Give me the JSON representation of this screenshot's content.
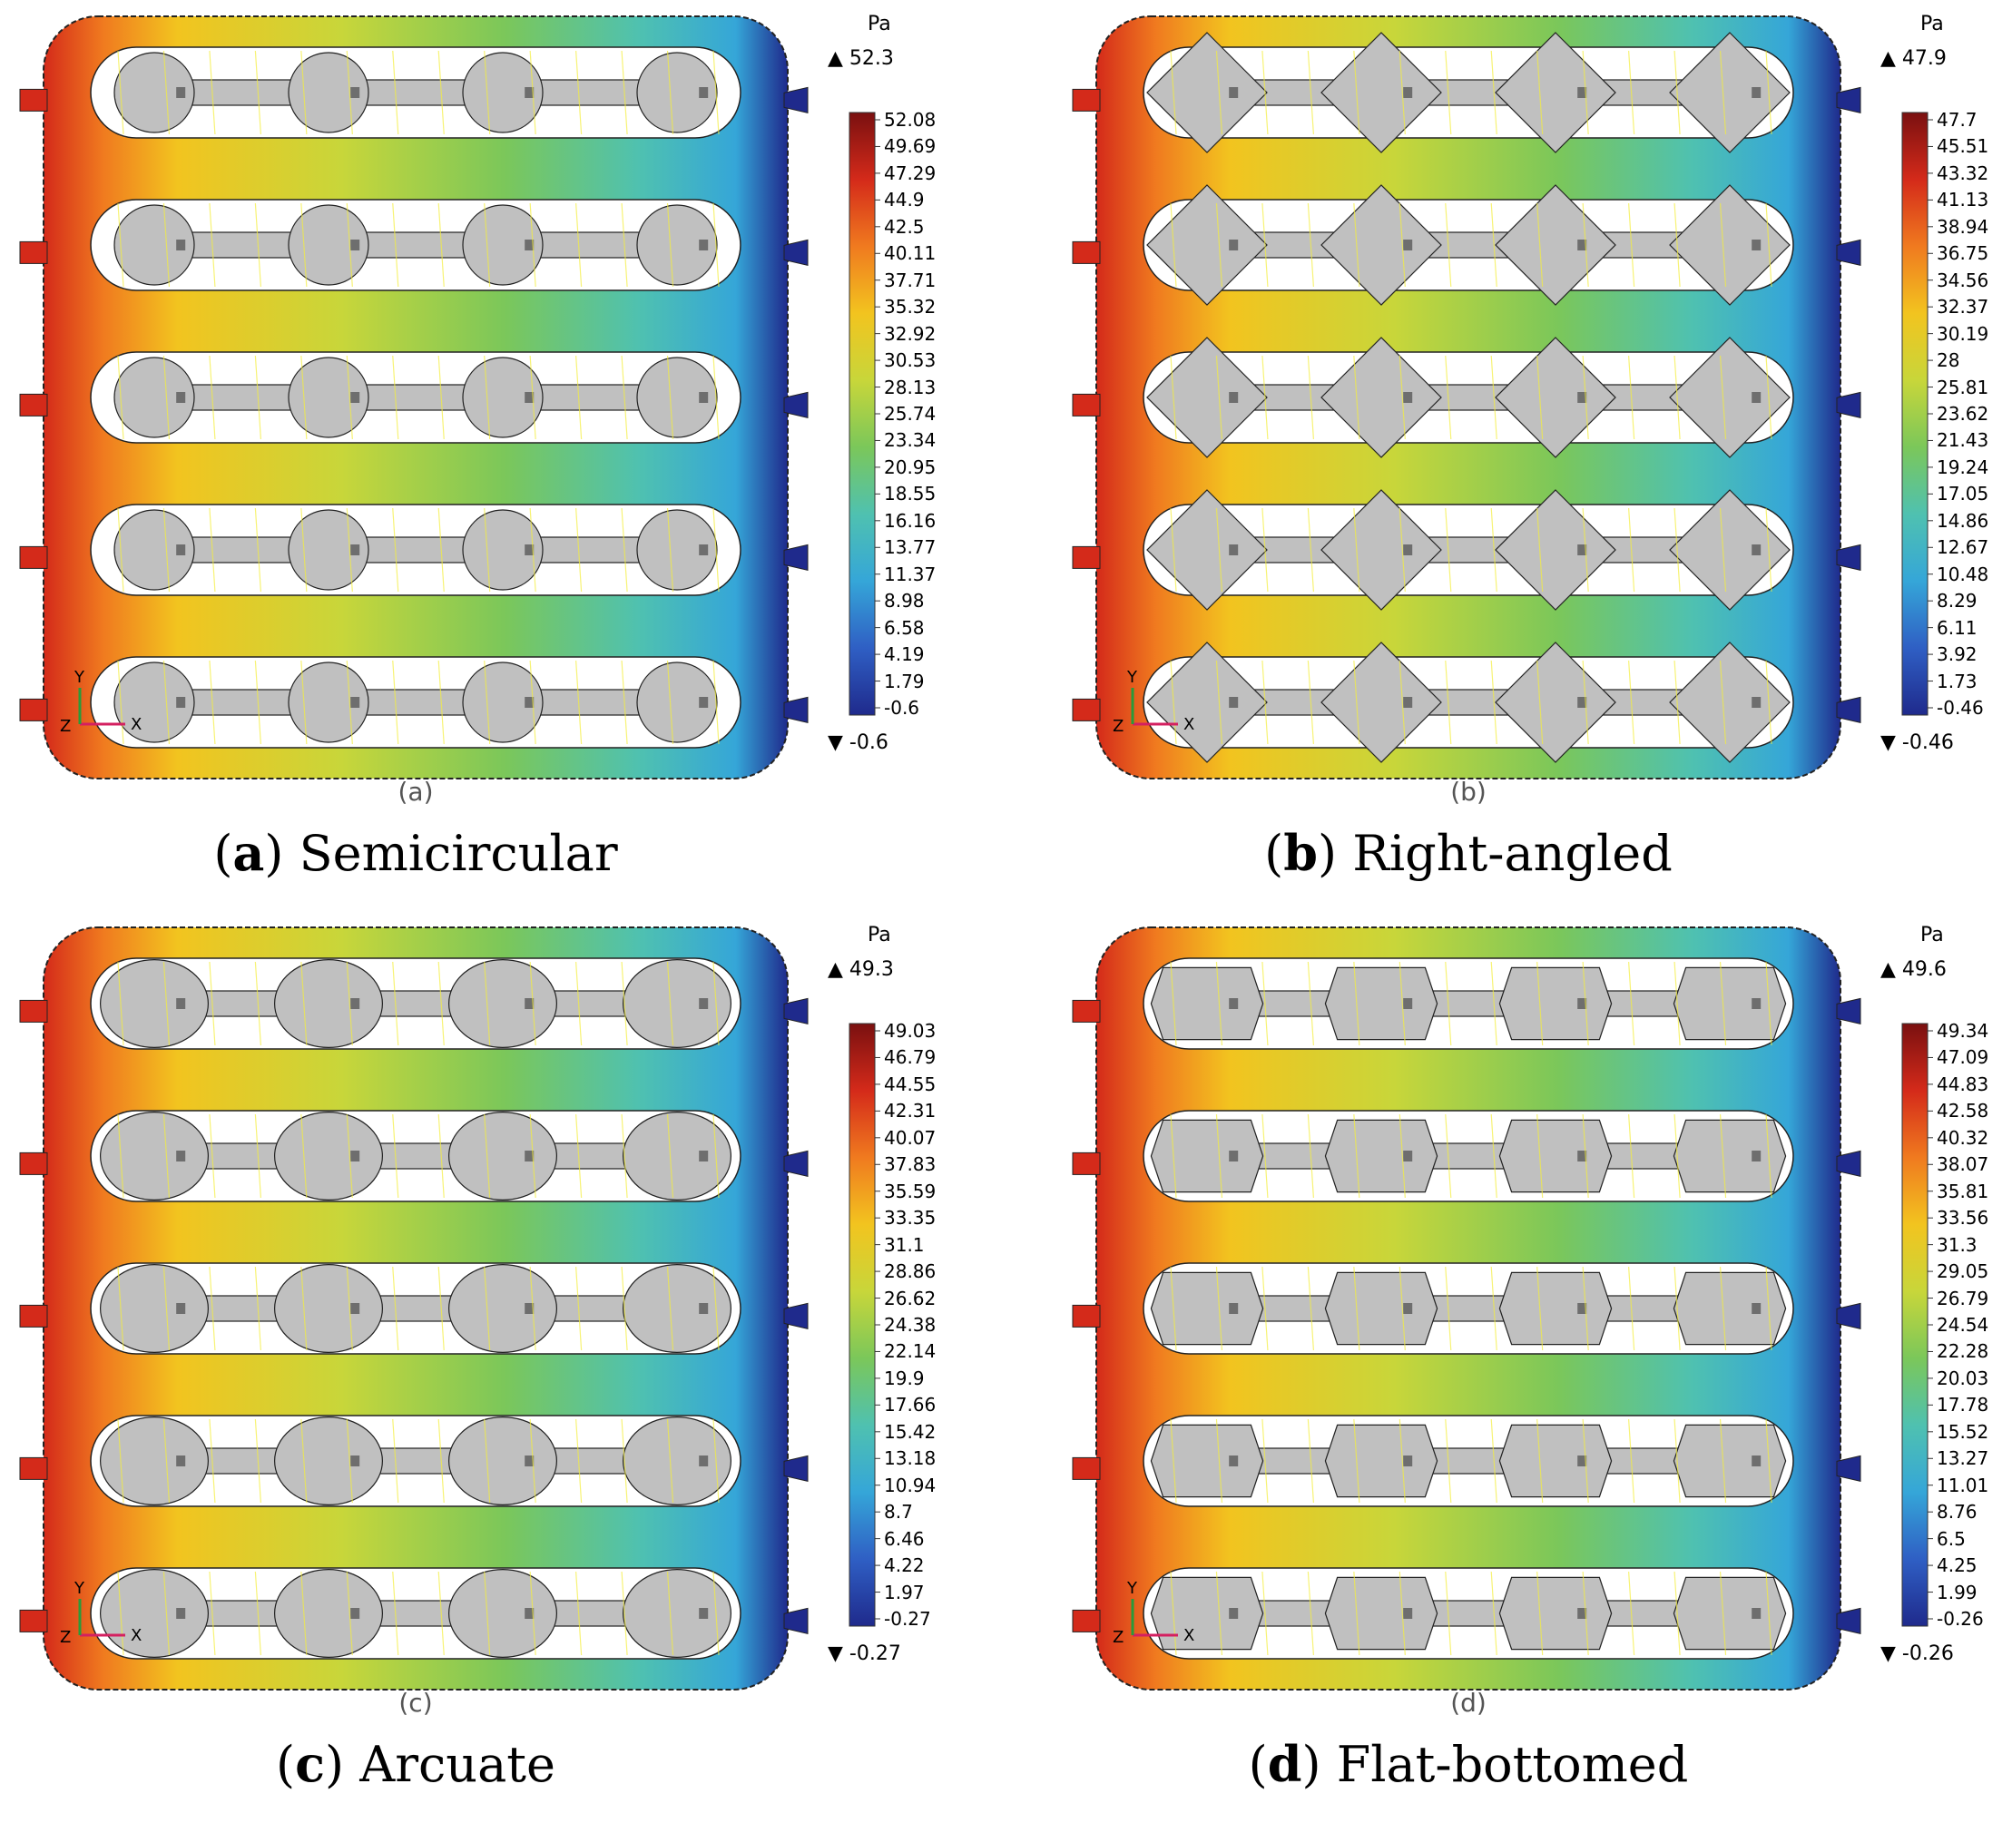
{
  "panels": [
    {
      "id": "a",
      "shape": "semicircular",
      "sub_label": "(a)",
      "caption_letter": "a",
      "caption_text": "Semicircular",
      "unit": "Pa",
      "max_label": "▲ 52.3",
      "min_label": "▼ -0.6",
      "ticks": [
        "52.08",
        "49.69",
        "47.29",
        "44.9",
        "42.5",
        "40.11",
        "37.71",
        "35.32",
        "32.92",
        "30.53",
        "28.13",
        "25.74",
        "23.34",
        "20.95",
        "18.55",
        "16.16",
        "13.77",
        "11.37",
        "8.98",
        "6.58",
        "4.19",
        "1.79",
        "-0.6"
      ]
    },
    {
      "id": "b",
      "shape": "right-angled",
      "sub_label": "(b)",
      "caption_letter": "b",
      "caption_text": "Right-angled",
      "unit": "Pa",
      "max_label": "▲ 47.9",
      "min_label": "▼ -0.46",
      "ticks": [
        "47.7",
        "45.51",
        "43.32",
        "41.13",
        "38.94",
        "36.75",
        "34.56",
        "32.37",
        "30.19",
        "28",
        "25.81",
        "23.62",
        "21.43",
        "19.24",
        "17.05",
        "14.86",
        "12.67",
        "10.48",
        "8.29",
        "6.11",
        "3.92",
        "1.73",
        "-0.46"
      ]
    },
    {
      "id": "c",
      "shape": "arcuate",
      "sub_label": "(c)",
      "caption_letter": "c",
      "caption_text": "Arcuate",
      "unit": "Pa",
      "max_label": "▲ 49.3",
      "min_label": "▼ -0.27",
      "ticks": [
        "49.03",
        "46.79",
        "44.55",
        "42.31",
        "40.07",
        "37.83",
        "35.59",
        "33.35",
        "31.1",
        "28.86",
        "26.62",
        "24.38",
        "22.14",
        "19.9",
        "17.66",
        "15.42",
        "13.18",
        "10.94",
        "8.7",
        "6.46",
        "4.22",
        "1.97",
        "-0.27"
      ]
    },
    {
      "id": "d",
      "shape": "flat-bottomed",
      "sub_label": "(d)",
      "caption_letter": "d",
      "caption_text": "Flat-bottomed",
      "unit": "Pa",
      "max_label": "▲ 49.6",
      "min_label": "▼ -0.26",
      "ticks": [
        "49.34",
        "47.09",
        "44.83",
        "42.58",
        "40.32",
        "38.07",
        "35.81",
        "33.56",
        "31.3",
        "29.05",
        "26.79",
        "24.54",
        "22.28",
        "20.03",
        "17.78",
        "15.52",
        "13.27",
        "11.01",
        "8.76",
        "6.5",
        "4.25",
        "1.99",
        "-0.26"
      ]
    }
  ],
  "colors": {
    "colormap": [
      "#1f2a8c",
      "#2f5fc4",
      "#35a6d8",
      "#4fc1b0",
      "#7bc75a",
      "#c8d63a",
      "#f2c41f",
      "#f07a1f",
      "#d42a1a",
      "#7a1010"
    ],
    "plate": "#c0c0c0",
    "shadow": "#6e6e6e",
    "contour": "#f4ee3c"
  },
  "axes_triad": {
    "x": "X",
    "y": "Y",
    "z": "Z"
  }
}
